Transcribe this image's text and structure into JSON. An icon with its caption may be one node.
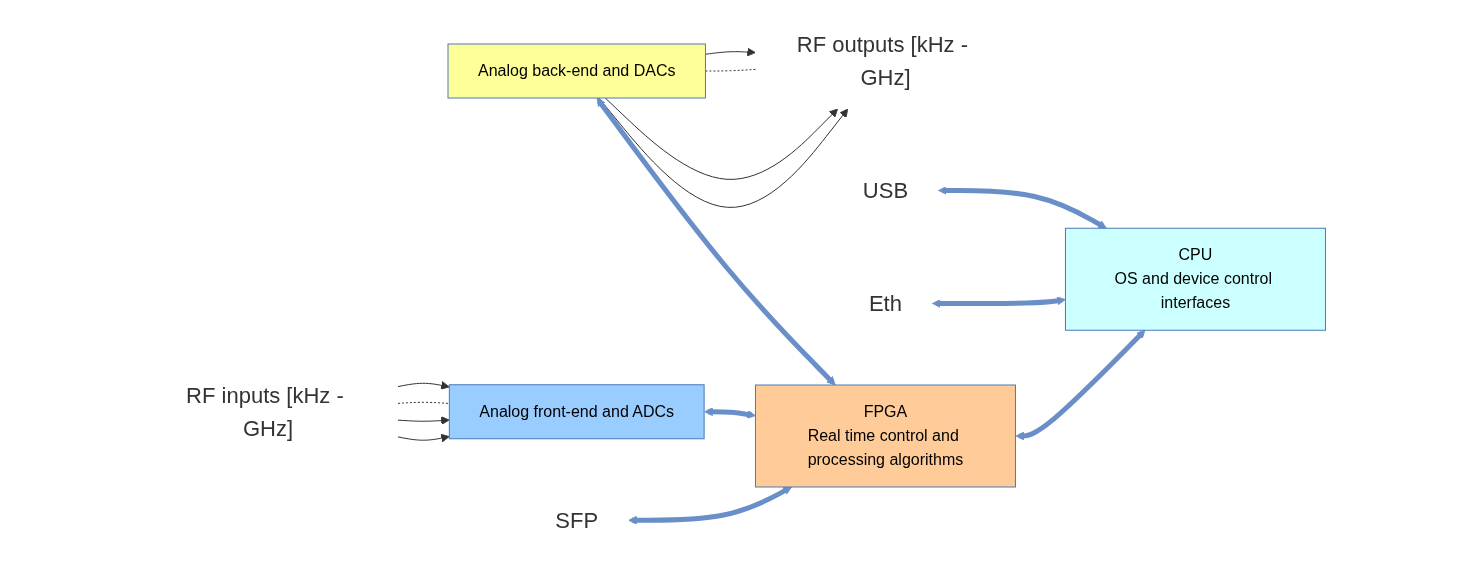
{
  "diagram": {
    "nodes": [
      {
        "text": [
          "RF inputs [kHz - GHz]"
        ]
      },
      {
        "text": [
          "Analog front-end and ADCs"
        ]
      },
      {
        "text": [
          "RF outputs [kHz - GHz]"
        ]
      },
      {
        "text": [
          "Analog back-end and DACs"
        ]
      },
      {
        "text": [
          "SFP"
        ]
      },
      {
        "text": [
          "FPGA",
          "Real time control and processing algorithms"
        ]
      },
      {
        "text": [
          "Eth"
        ]
      },
      {
        "text": [
          "USB"
        ]
      },
      {
        "text": [
          "CPU",
          "OS and device control interfaces"
        ]
      }
    ],
    "edges": [
      {
        "from": 0,
        "to": 1,
        "arrow": "to"
      },
      {
        "from": 0,
        "to": 1,
        "arrow": "to"
      },
      {
        "from": 0,
        "to": 1,
        "arrow": "none",
        "style": "dashed"
      },
      {
        "from": 0,
        "to": 1,
        "arrow": "to"
      },
      {
        "from": 3,
        "to": 2,
        "arrow": "to"
      },
      {
        "from": 3,
        "to": 2,
        "arrow": "to"
      },
      {
        "from": 3,
        "to": 2,
        "arrow": "none",
        "style": "dashed"
      },
      {
        "from": 3,
        "to": 2,
        "arrow": "to"
      },
      {
        "from": 4,
        "to": 5,
        "arrow": "both",
        "style": "thick",
        "color": "#6a8fc8"
      },
      {
        "from": 1,
        "to": 5,
        "arrow": "both",
        "style": "thick",
        "color": "#6a8fc8"
      },
      {
        "from": 3,
        "to": 5,
        "arrow": "both",
        "style": "thick",
        "color": "#6a8fc8"
      },
      {
        "from": 5,
        "to": 8,
        "arrow": "both",
        "style": "thick",
        "color": "#6a8fc8"
      },
      {
        "from": 6,
        "to": 8,
        "arrow": "both",
        "style": "thick",
        "color": "#6a8fc8"
      },
      {
        "from": 7,
        "to": 8,
        "arrow": "both",
        "style": "thick",
        "color": "#6a8fc8"
      }
    ]
  }
}
